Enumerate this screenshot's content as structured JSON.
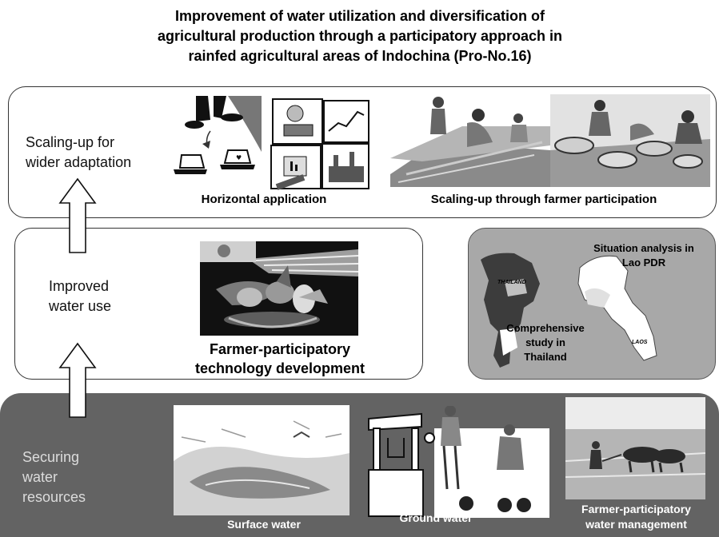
{
  "title": {
    "line1": "Improvement of water utilization and diversification of",
    "line2": "agricultural production through a participatory approach in",
    "line3": "rainfed agricultural areas of Indochina (Pro-No.16)"
  },
  "stages": {
    "scaling": {
      "line1": "Scaling-up for",
      "line2": "wider adaptation"
    },
    "improved": {
      "line1": "Improved",
      "line2": "water use"
    },
    "securing": {
      "line1": "Securing",
      "line2": "water",
      "line3": "resources"
    }
  },
  "captions": {
    "horizontal": "Horizontal application",
    "scaling_farmer": "Scaling-up through farmer participation",
    "farmer_tech_line1": "Farmer-participatory",
    "farmer_tech_line2": "technology development",
    "lao_line1": "Situation analysis in",
    "lao_line2": "Lao PDR",
    "thai_line1": "Comprehensive",
    "thai_line2": "study in",
    "thai_line3": "Thailand",
    "surface": "Surface water",
    "ground": "Ground water",
    "fpwm_line1": "Farmer-participatory",
    "fpwm_line2": "water management"
  },
  "map_labels": {
    "thailand": "THAILAND",
    "laos": "LAOS"
  },
  "colors": {
    "bottom_panel": "#636363",
    "map_panel": "#a8a8a8",
    "stage_label_dark": "#dcdcdc",
    "border": "#333333"
  }
}
